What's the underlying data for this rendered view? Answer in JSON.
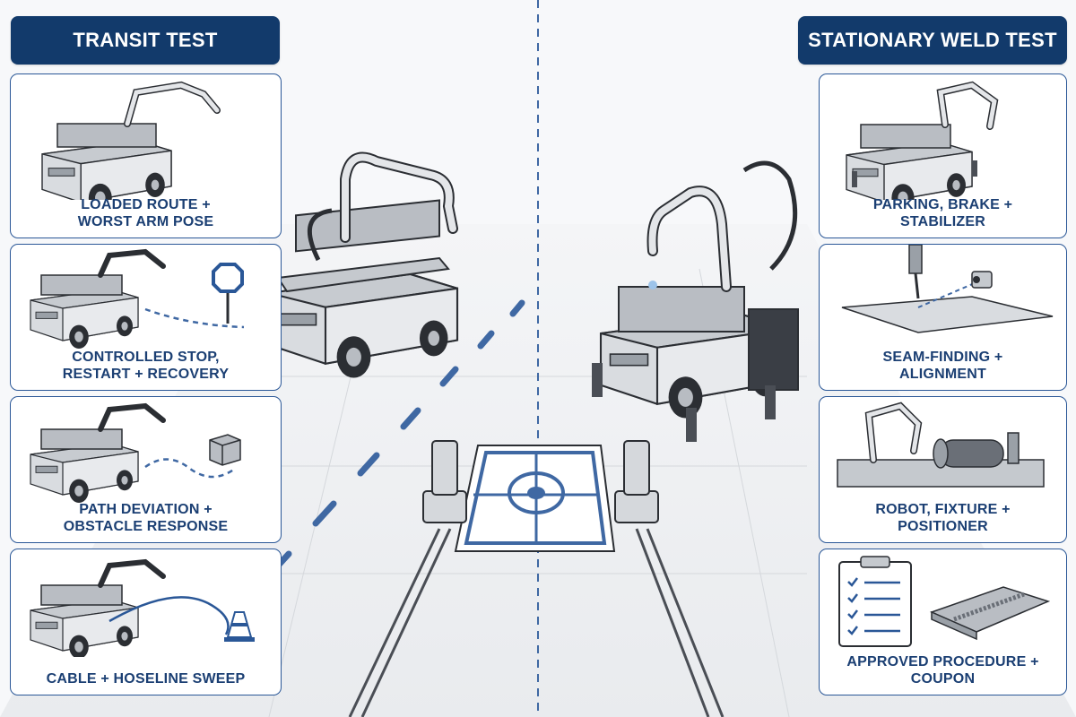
{
  "transit": {
    "title": "TRANSIT TEST",
    "cards": [
      {
        "line1": "LOADED ROUTE +",
        "line2": "WORST ARM POSE"
      },
      {
        "line1": "CONTROLLED STOP,",
        "line2": "RESTART + RECOVERY"
      },
      {
        "line1": "PATH DEVIATION +",
        "line2": "OBSTACLE RESPONSE"
      },
      {
        "line1": "CABLE + HOSELINE SWEEP",
        "line2": ""
      }
    ]
  },
  "stationary": {
    "title": "STATIONARY WELD TEST",
    "cards": [
      {
        "line1": "PARKING, BRAKE +",
        "line2": "STABILIZER"
      },
      {
        "line1": "SEAM-FINDING +",
        "line2": "ALIGNMENT"
      },
      {
        "line1": "ROBOT, FIXTURE +",
        "line2": "POSITIONER"
      },
      {
        "line1": "APPROVED PROCEDURE +",
        "line2": "COUPON"
      }
    ]
  },
  "colors": {
    "navy": "#123a6b",
    "border": "#2a5797",
    "caption": "#1b3f73",
    "dash": "#3f68a3"
  },
  "icons": [
    "mobile-robot-icon",
    "stop-sign-icon",
    "obstacle-box-icon",
    "traffic-cone-icon",
    "welding-torch-icon",
    "camera-sensor-icon",
    "positioner-icon",
    "clipboard-icon",
    "weld-coupon-icon",
    "docking-target-icon"
  ]
}
